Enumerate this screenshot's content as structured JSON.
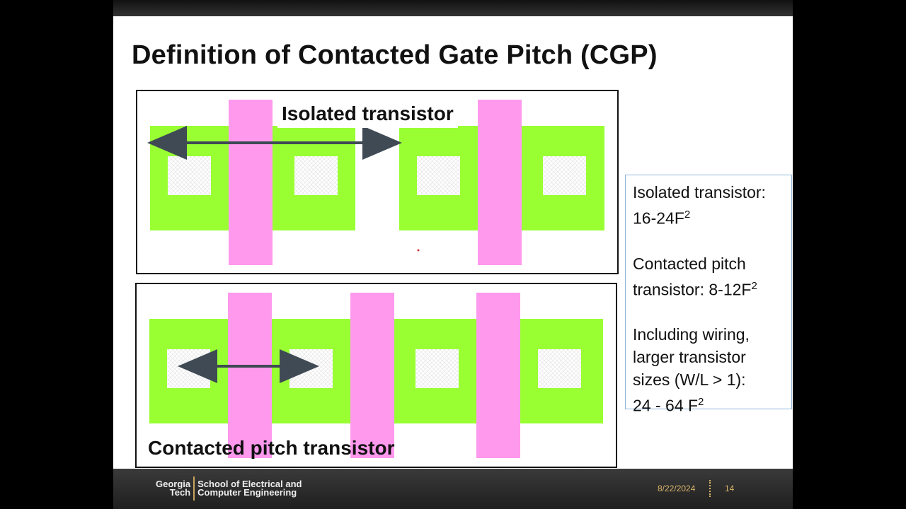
{
  "slide": {
    "title": "Definition of Contacted Gate Pitch (CGP)"
  },
  "diagram_top": {
    "label": "Isolated transistor"
  },
  "diagram_bottom": {
    "label": "Contacted pitch transistor"
  },
  "info": {
    "line1": "Isolated transistor:",
    "line2_value": "16-24F",
    "line3": "Contacted pitch",
    "line4_value": "transistor: 8-12F",
    "line5": "Including wiring,",
    "line6": "larger transistor",
    "line7": "sizes (W/L > 1):",
    "line8_value": "24 - 64 F",
    "exponent": "2"
  },
  "footer": {
    "logo_line1": "Georgia",
    "logo_line2": "Tech",
    "school_line1": "School of Electrical and",
    "school_line2": "Computer Engineering",
    "date": "8/22/2024",
    "page_number": "14"
  },
  "colors": {
    "active_region": "#99ff33",
    "gate": "#ff99ee",
    "contact": "#ffffff",
    "arrow": "#3f4a55"
  }
}
